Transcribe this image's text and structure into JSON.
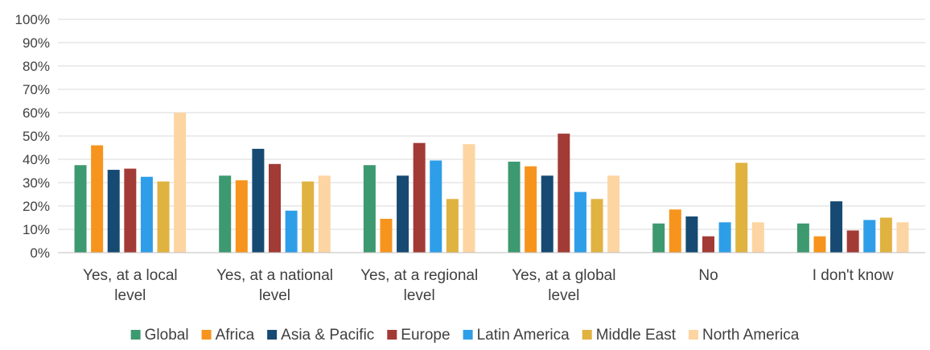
{
  "chart_data": {
    "type": "bar",
    "title": "",
    "xlabel": "",
    "ylabel": "",
    "ylim": [
      0,
      100
    ],
    "y_ticks": [
      "0%",
      "10%",
      "20%",
      "30%",
      "40%",
      "50%",
      "60%",
      "70%",
      "80%",
      "90%",
      "100%"
    ],
    "grid": true,
    "legend_position": "bottom",
    "categories": [
      [
        "Yes, at a local",
        "level"
      ],
      [
        "Yes, at a national",
        "level"
      ],
      [
        "Yes, at a regional",
        "level"
      ],
      [
        "Yes, at a global",
        "level"
      ],
      [
        "No"
      ],
      [
        "I don't know"
      ]
    ],
    "series": [
      {
        "name": "Global",
        "color": "#3d9970",
        "values": [
          37.5,
          33,
          37.5,
          39,
          12.5,
          12.5
        ]
      },
      {
        "name": "Africa",
        "color": "#f7941d",
        "values": [
          46,
          31,
          14.5,
          37,
          18.5,
          7
        ]
      },
      {
        "name": "Asia & Pacific",
        "color": "#164a72",
        "values": [
          35.5,
          44.5,
          33,
          33,
          15.5,
          22
        ]
      },
      {
        "name": "Europe",
        "color": "#a23b36",
        "values": [
          36,
          38,
          47,
          51,
          7,
          9.5
        ]
      },
      {
        "name": "Latin America",
        "color": "#2e9ee8",
        "values": [
          32.5,
          18,
          39.5,
          26,
          13,
          14
        ]
      },
      {
        "name": "Middle East",
        "color": "#e0b240",
        "values": [
          30.5,
          30.5,
          23,
          23,
          38.5,
          15
        ]
      },
      {
        "name": "North America",
        "color": "#fcd5a2",
        "values": [
          60,
          33,
          46.5,
          33,
          13,
          13
        ]
      }
    ]
  }
}
